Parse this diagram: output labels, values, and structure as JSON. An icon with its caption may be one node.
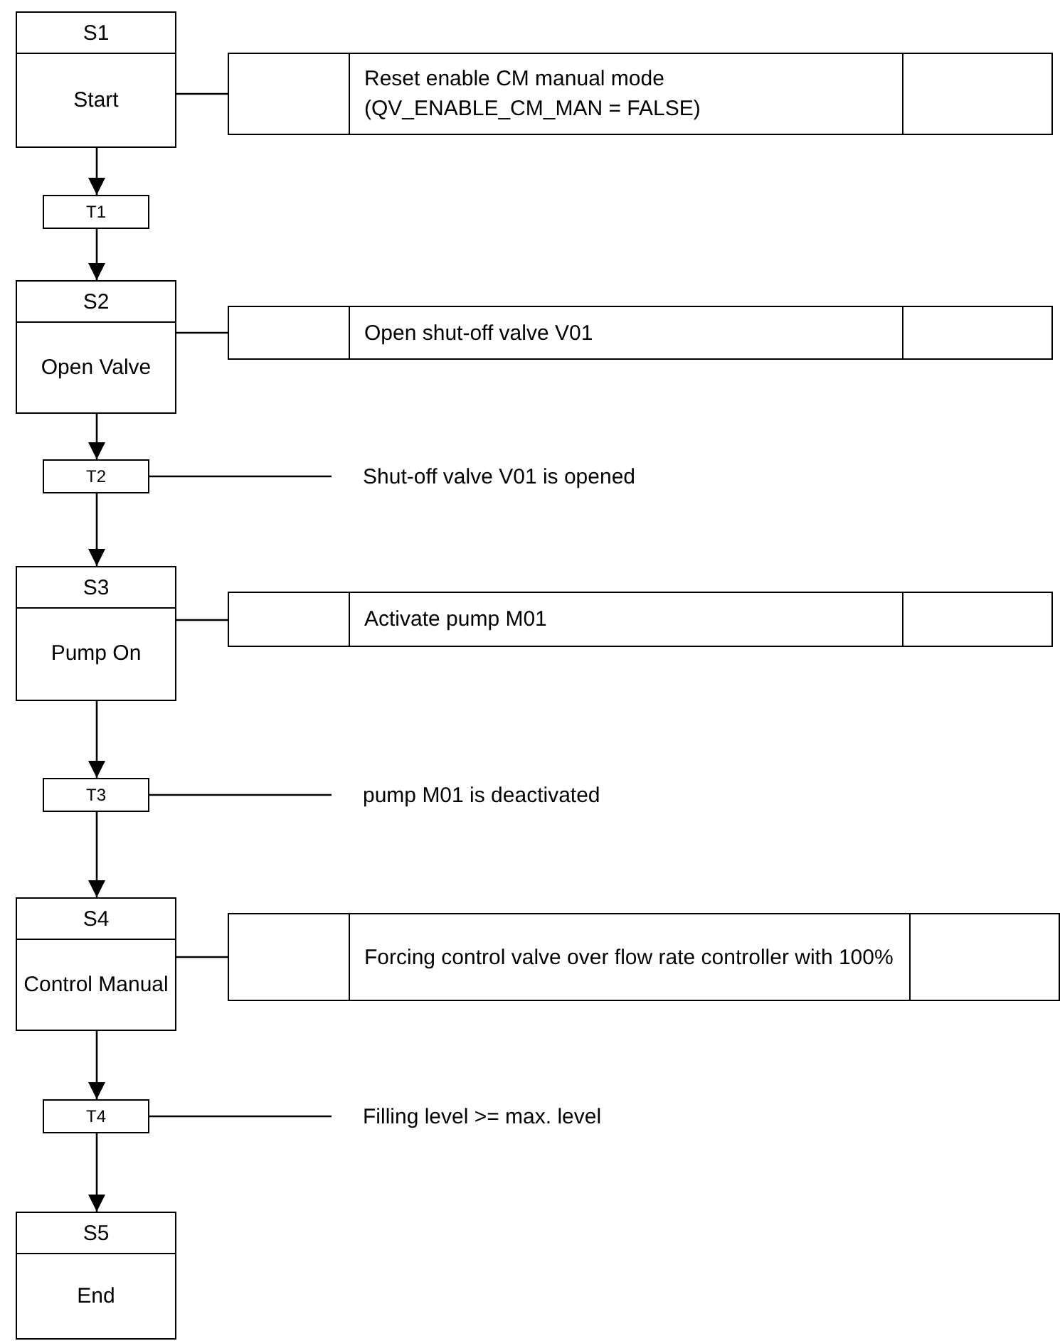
{
  "diagram": {
    "nodes": [
      {
        "text": [
          "S1",
          "Start"
        ]
      },
      {
        "text": [
          "Reset enable CM manual mode (QV_ENABLE_CM_MAN = FALSE)"
        ]
      },
      {
        "text": [
          "T1"
        ]
      },
      {
        "text": [
          "S2",
          "Open Valve"
        ]
      },
      {
        "text": [
          "Open shut-off valve V01"
        ]
      },
      {
        "text": [
          "T2"
        ]
      },
      {
        "text": [
          "Shut-off valve V01 is opened"
        ]
      },
      {
        "text": [
          "S3",
          "Pump On"
        ]
      },
      {
        "text": [
          "Activate pump M01"
        ]
      },
      {
        "text": [
          "T3"
        ]
      },
      {
        "text": [
          "pump M01 is deactivated"
        ]
      },
      {
        "text": [
          "S4",
          "Control Manual"
        ]
      },
      {
        "text": [
          "Forcing control valve over flow rate controller with 100%"
        ]
      },
      {
        "text": [
          "T4"
        ]
      },
      {
        "text": [
          "Filling level >= max. level"
        ]
      },
      {
        "text": [
          "S5",
          "End"
        ]
      }
    ],
    "edges": [
      {
        "from": 0,
        "to": 1,
        "arrow": "none"
      },
      {
        "from": 0,
        "to": 2,
        "arrow": "to"
      },
      {
        "from": 2,
        "to": 3,
        "arrow": "to"
      },
      {
        "from": 3,
        "to": 4,
        "arrow": "none"
      },
      {
        "from": 3,
        "to": 5,
        "arrow": "to"
      },
      {
        "from": 5,
        "to": 6,
        "arrow": "none"
      },
      {
        "from": 5,
        "to": 7,
        "arrow": "to"
      },
      {
        "from": 7,
        "to": 8,
        "arrow": "none"
      },
      {
        "from": 7,
        "to": 9,
        "arrow": "to"
      },
      {
        "from": 9,
        "to": 10,
        "arrow": "none"
      },
      {
        "from": 9,
        "to": 11,
        "arrow": "to"
      },
      {
        "from": 11,
        "to": 12,
        "arrow": "none"
      },
      {
        "from": 11,
        "to": 13,
        "arrow": "to"
      },
      {
        "from": 13,
        "to": 14,
        "arrow": "none"
      },
      {
        "from": 13,
        "to": 15,
        "arrow": "to"
      }
    ]
  }
}
